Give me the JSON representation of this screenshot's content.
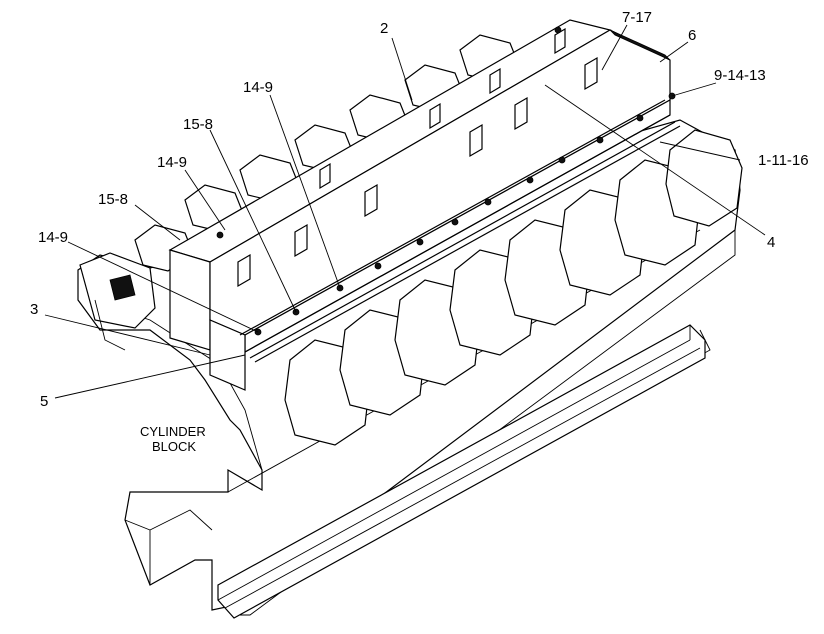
{
  "callouts": {
    "c_2": "2",
    "c_7_17": "7-17",
    "c_6": "6",
    "c_9_14_13": "9-14-13",
    "c_14_9_top": "14-9",
    "c_15_8_top": "15-8",
    "c_14_9_mid": "14-9",
    "c_15_8_mid": "15-8",
    "c_14_9_left": "14-9",
    "c_3": "3",
    "c_5": "5",
    "c_1_11_16": "1-11-16",
    "c_4": "4"
  },
  "caption": {
    "line1": "CYLINDER",
    "line2": "BLOCK"
  },
  "colors": {
    "ink": "#000000",
    "paper": "#ffffff"
  }
}
